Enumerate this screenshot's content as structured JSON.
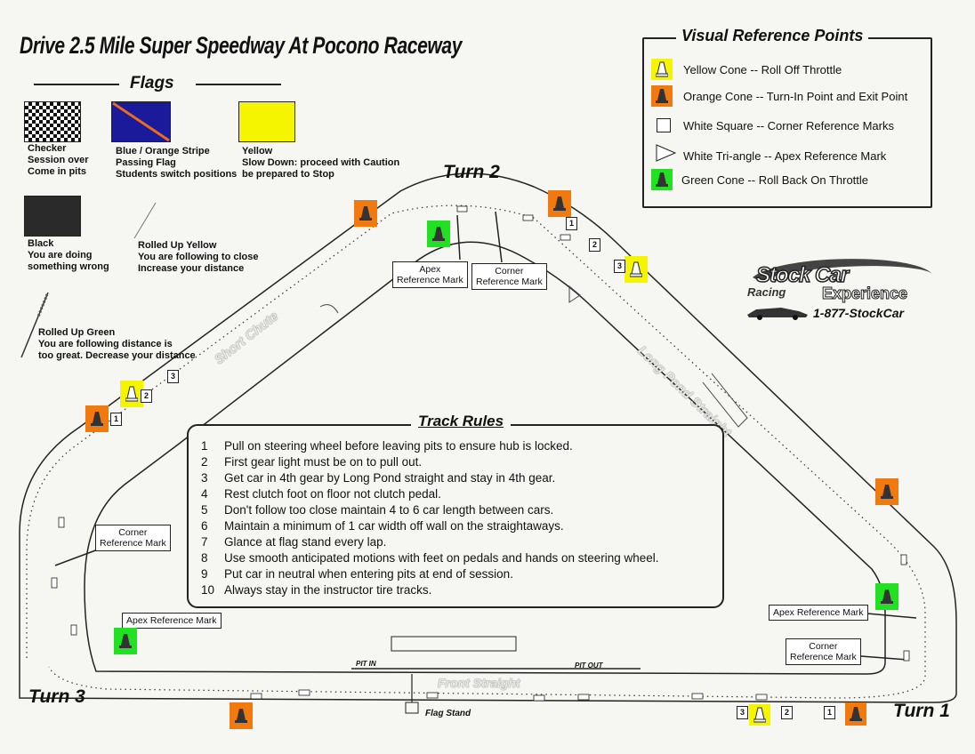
{
  "title": "Drive 2.5 Mile Super Speedway At Pocono Raceway",
  "flags": {
    "heading": "Flags",
    "items": [
      {
        "lines": [
          "Checker",
          "Session over",
          "Come in pits"
        ]
      },
      {
        "lines": [
          "Blue / Orange Stripe",
          "Passing Flag",
          "Students switch positions"
        ]
      },
      {
        "lines": [
          "Yellow",
          "Slow Down: proceed with Caution",
          "be prepared to Stop"
        ]
      },
      {
        "lines": [
          "Black",
          "You are doing",
          "something wrong"
        ]
      },
      {
        "lines": [
          "Rolled Up Yellow",
          "You are following to close",
          "Increase your distance"
        ]
      },
      {
        "lines": [
          "Rolled Up Green",
          "You are following distance is",
          "too great. Decrease your distance"
        ]
      }
    ]
  },
  "visual_reference": {
    "heading": "Visual Reference Points",
    "items": [
      {
        "icon": "yellow-cone-icon",
        "label": "Yellow Cone -- Roll Off Throttle"
      },
      {
        "icon": "orange-cone-icon",
        "label": "Orange Cone -- Turn-In Point and Exit Point"
      },
      {
        "icon": "white-square-icon",
        "label": "White Square -- Corner Reference Marks"
      },
      {
        "icon": "white-triangle-icon",
        "label": "White Tri-angle -- Apex Reference Mark"
      },
      {
        "icon": "green-cone-icon",
        "label": "Green Cone -- Roll Back On Throttle"
      }
    ]
  },
  "logo": {
    "line1": "Stock Car",
    "line2": "Racing",
    "line3": "Experience",
    "phone": "1-877-StockCar"
  },
  "turns": {
    "turn1": "Turn 1",
    "turn2": "Turn 2",
    "turn3": "Turn 3"
  },
  "track_labels": {
    "short_chute": "Short Chute",
    "long_pond": "Long Pond Straight",
    "front_straight": "Front Straight",
    "pit_in": "PIT IN",
    "pit_out": "PIT OUT",
    "flag_stand": "Flag Stand"
  },
  "reference_labels": {
    "apex_turn2": [
      "Apex",
      "Reference Mark"
    ],
    "corner_turn2": [
      "Corner",
      "Reference Mark"
    ],
    "corner_turn3": [
      "Corner",
      "Reference Mark"
    ],
    "apex_turn3": [
      "Apex Reference Mark"
    ],
    "apex_turn1": [
      "Apex Reference Mark"
    ],
    "corner_turn1": [
      "Corner",
      "Reference Mark"
    ]
  },
  "track_rules": {
    "heading": "Track Rules",
    "items": [
      {
        "n": "1",
        "text": "Pull on steering wheel before leaving pits  to ensure hub is locked."
      },
      {
        "n": "2",
        "text": "First gear light must be on to pull out."
      },
      {
        "n": "3",
        "text": "Get  car  in 4th gear by Long Pond straight and stay in 4th gear."
      },
      {
        "n": "4",
        "text": "Rest clutch foot on floor not clutch pedal."
      },
      {
        "n": "5",
        "text": "Don't follow too close maintain 4 to 6 car length between cars."
      },
      {
        "n": "6",
        "text": "Maintain a minimum of 1 car width off wall on the straightaways."
      },
      {
        "n": "7",
        "text": "Glance at flag stand every lap."
      },
      {
        "n": "8",
        "text": "Use smooth anticipated motions  with feet on pedals and hands on steering wheel."
      },
      {
        "n": "9",
        "text": "Put car in neutral when entering pits at end of session."
      },
      {
        "n": "10",
        "text": "Always stay in the instructor tire tracks."
      }
    ]
  },
  "markers": {
    "n1": "1",
    "n2": "2",
    "n3": "3"
  },
  "colors": {
    "yellow": "#f5f500",
    "orange": "#f07a10",
    "green": "#22e022",
    "blue": "#1a1a9a"
  }
}
